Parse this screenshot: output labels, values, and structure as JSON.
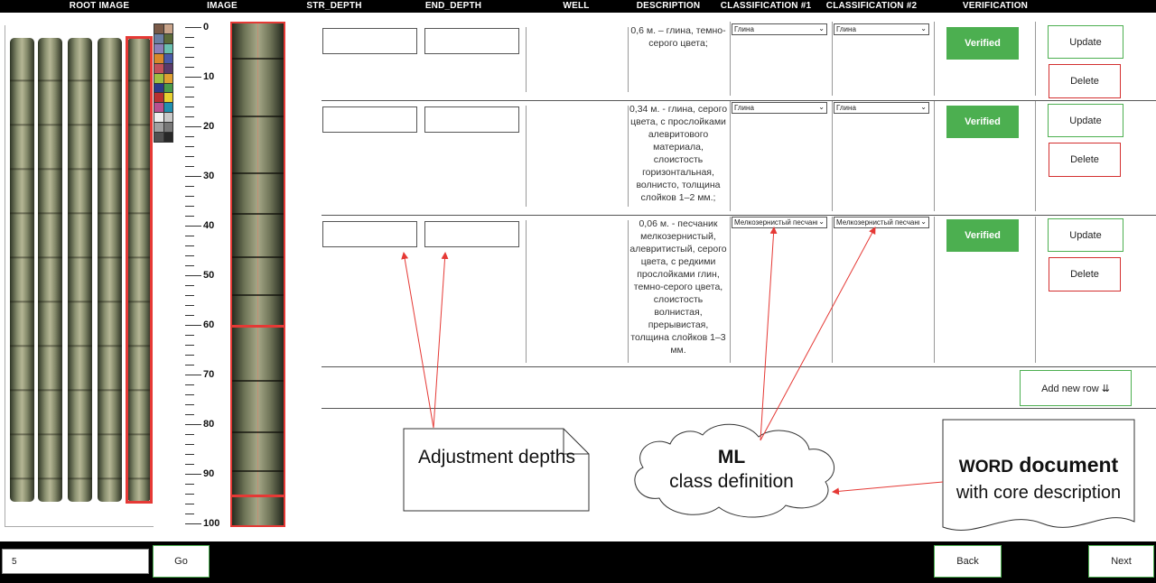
{
  "header": {
    "columns": [
      "ROOT IMAGE",
      "IMAGE",
      "STR_DEPTH",
      "END_DEPTH",
      "WELL",
      "DESCRIPTION",
      "CLASSIFICATION #1",
      "CLASSIFICATION #2",
      "VERIFICATION"
    ]
  },
  "scale": {
    "labels": [
      "0",
      "10",
      "20",
      "30",
      "40",
      "50",
      "60",
      "70",
      "80",
      "90",
      "100"
    ]
  },
  "rows": [
    {
      "description": "0,6 м. – глина, темно-серого цвета;",
      "class1": "Глина",
      "class2": "Глина",
      "verification": "Verified",
      "update_label": "Update",
      "delete_label": "Delete"
    },
    {
      "description": "0,34 м. - глина, серого цвета, с прослойками алевритового материала, слоистость горизонтальная, волнисто, толщина слойков 1–2 мм.;",
      "class1": "Глина",
      "class2": "Глина",
      "verification": "Verified",
      "update_label": "Update",
      "delete_label": "Delete"
    },
    {
      "description": "0,06 м. - песчаник мелкозернистый, алевритистый, серого цвета, с редкими прослойками глин, темно-серого цвета, слоистость волнистая, прерывистая, толщина слойков 1–3 мм.",
      "class1": "Мелкозернистый песчаник",
      "class2": "Мелкозернистый песчаник",
      "verification": "Verified",
      "update_label": "Update",
      "delete_label": "Delete"
    }
  ],
  "add_row_label": "Add new row ⇊",
  "annotations": {
    "note": "Adjustment depths",
    "cloud_title": "ML",
    "cloud_sub": "class definition",
    "doc_title_word": "WORD",
    "doc_title_rest": "document",
    "doc_sub": "with core description"
  },
  "footer": {
    "page_value": "5",
    "go_label": "Go",
    "back_label": "Back",
    "next_label": "Next"
  },
  "colors": {
    "verified_green": "#4caf50",
    "delete_red": "#d32f2f",
    "selection_red": "#e53935",
    "arrow_red": "#e53935"
  }
}
